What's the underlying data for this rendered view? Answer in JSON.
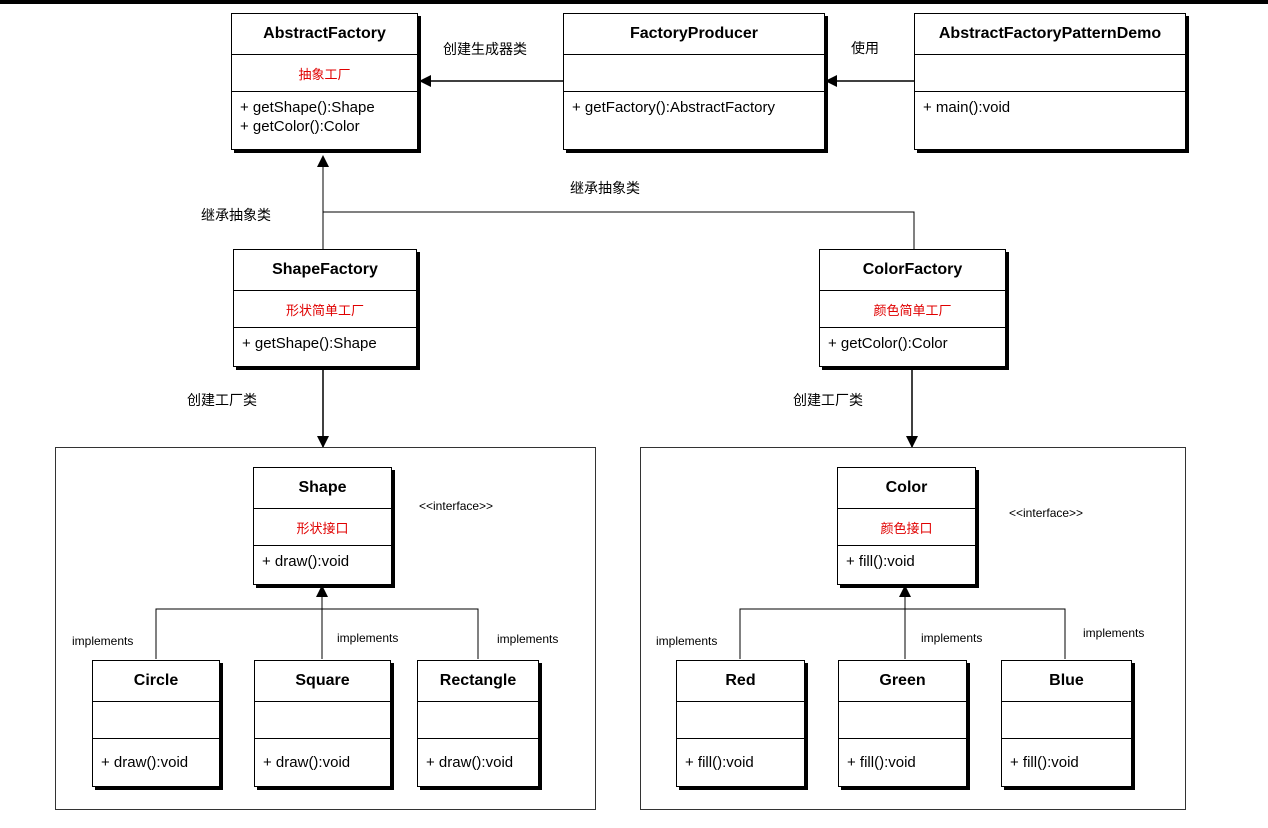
{
  "classes": {
    "abstract_factory": {
      "name": "AbstractFactory",
      "attr": "抽象工厂",
      "ops": "+ getShape():Shape\n+ getColor():Color"
    },
    "factory_producer": {
      "name": "FactoryProducer",
      "attr": "",
      "ops": "+ getFactory():AbstractFactory"
    },
    "demo": {
      "name": "AbstractFactoryPatternDemo",
      "attr": "",
      "ops": "+ main():void"
    },
    "shape_factory": {
      "name": "ShapeFactory",
      "attr": "形状简单工厂",
      "ops": "+ getShape():Shape"
    },
    "color_factory": {
      "name": "ColorFactory",
      "attr": "颜色简单工厂",
      "ops": "+ getColor():Color"
    },
    "shape": {
      "name": "Shape",
      "attr": "形状接口",
      "ops": "+ draw():void",
      "stereotype": "<<interface>>"
    },
    "color": {
      "name": "Color",
      "attr": "颜色接口",
      "ops": "+ fill():void",
      "stereotype": "<<interface>>"
    },
    "circle": {
      "name": "Circle",
      "attr": "",
      "ops": "+ draw():void"
    },
    "square": {
      "name": "Square",
      "attr": "",
      "ops": "+ draw():void"
    },
    "rectangle": {
      "name": "Rectangle",
      "attr": "",
      "ops": "+ draw():void"
    },
    "red": {
      "name": "Red",
      "attr": "",
      "ops": "+ fill():void"
    },
    "green": {
      "name": "Green",
      "attr": "",
      "ops": "+ fill():void"
    },
    "blue": {
      "name": "Blue",
      "attr": "",
      "ops": "+ fill():void"
    }
  },
  "labels": {
    "create_generator": "创建生成器类",
    "use": "使用",
    "inherit_left": "继承抽象类",
    "inherit_right": "继承抽象类",
    "create_factory_left": "创建工厂类",
    "create_factory_right": "创建工厂类",
    "implements": "implements"
  },
  "colors": {
    "attribute_text": "#e00000",
    "line": "#000000"
  }
}
